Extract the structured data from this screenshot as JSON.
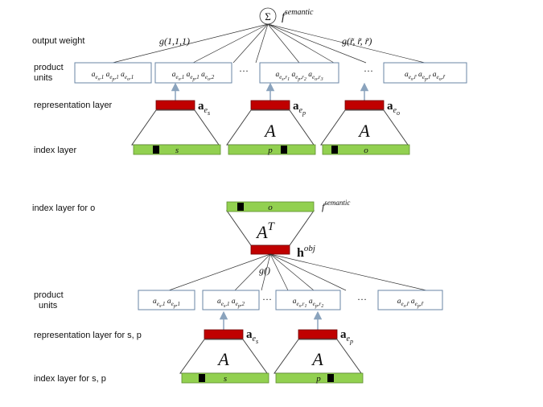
{
  "colors": {
    "representation": "#c00000",
    "index": "#92d050",
    "index_marker": "#000000",
    "arrow": "#8aa3bd",
    "box_border": "#6a86a6"
  },
  "top": {
    "sum_symbol": "Σ",
    "f_semantic": "f",
    "f_semantic_sup": "semantic",
    "output_weight_label": "output weight",
    "g_left": "g(1,1,1)",
    "g_right": "g(r̃, r̃, r̃)",
    "product_units_label_1": "product",
    "product_units_label_2": "units",
    "representation_label": "representation layer",
    "index_label": "index layer",
    "ellipsis": "···",
    "cells": [
      "a_{e_s,1} a_{e_p,1} a_{e_o,1}",
      "a_{e_s,1} a_{e_p,1} a_{e_o,2}",
      "a_{e_s,r_1} a_{e_p,r_2} a_{e_o,r_3}",
      "a_{e_s,r̃} a_{e_p,r̃} a_{e_o,r̃}"
    ],
    "towers": [
      {
        "matrix": "",
        "vec_sub": "s",
        "index_letter": "s"
      },
      {
        "matrix": "A",
        "vec_sub": "p",
        "index_letter": "p"
      },
      {
        "matrix": "A",
        "vec_sub": "o",
        "index_letter": "o"
      }
    ]
  },
  "bottom": {
    "index_o_label": "index layer for o",
    "f_semantic": "f",
    "f_semantic_sup": "semantic",
    "index_letter": "o",
    "matrix": "A",
    "matrix_sup": "T",
    "h": "h",
    "h_sup": "obj",
    "g": "g()",
    "product_units_label_1": "product",
    "product_units_label_2": "units",
    "representation_label": "representation layer for s, p",
    "index_label": "index layer for s, p",
    "ellipsis": "···",
    "cells": [
      "a_{e_s,1} a_{e_p,1}",
      "a_{e_s,1} a_{e_p,2}",
      "a_{e_s,r_1} a_{e_p,r_2}",
      "a_{e_s,r̃} a_{e_p,r̃}"
    ],
    "towers": [
      {
        "matrix": "A",
        "vec_sub": "s",
        "index_letter": "s"
      },
      {
        "matrix": "A",
        "vec_sub": "p",
        "index_letter": "p"
      }
    ]
  }
}
